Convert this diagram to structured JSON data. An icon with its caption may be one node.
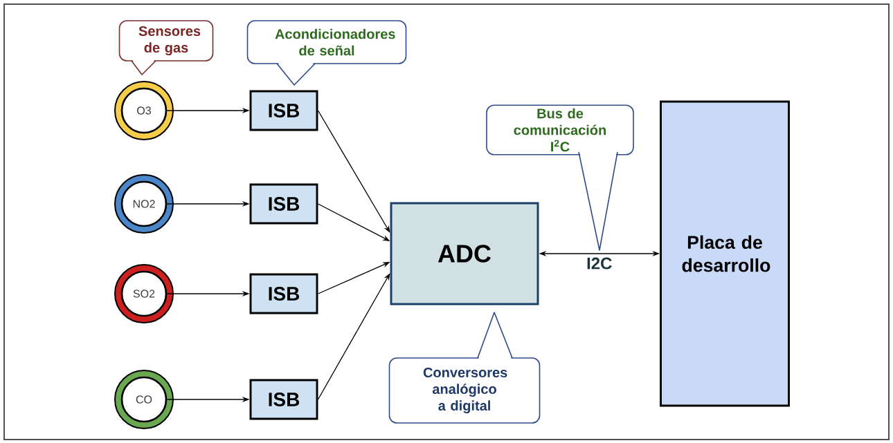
{
  "diagram": {
    "nodes": [
      {
        "text": [
          "Sensores de gas"
        ]
      },
      {
        "text": [
          "Acondicionadores de señal"
        ]
      },
      {
        "text": [
          "O3"
        ]
      },
      {
        "text": [
          "ISB"
        ]
      },
      {
        "text": [
          "Bus de comunicación I$^{2}$C"
        ]
      },
      {
        "text": [
          "Placa de desarrollo"
        ]
      },
      {
        "text": [
          "NO2"
        ]
      },
      {
        "text": [
          "ISB"
        ]
      },
      {
        "text": [
          "ADC"
        ]
      },
      {
        "text": [
          "SO2"
        ]
      },
      {
        "text": [
          "ISB"
        ]
      },
      {
        "text": [
          "CO"
        ]
      },
      {
        "text": [
          "ISB"
        ]
      },
      {
        "text": [
          "Conversores analógico a digital"
        ]
      }
    ],
    "edges": [
      {
        "from": 2,
        "to": 3,
        "arrow": "to"
      },
      {
        "from": 6,
        "to": 7,
        "arrow": "to"
      },
      {
        "from": 9,
        "to": 10,
        "arrow": "to"
      },
      {
        "from": 11,
        "to": 12,
        "arrow": "to"
      },
      {
        "from": 3,
        "to": 8,
        "arrow": "to"
      },
      {
        "from": 7,
        "to": 8,
        "arrow": "to"
      },
      {
        "from": 10,
        "to": 8,
        "arrow": "to"
      },
      {
        "from": 12,
        "to": 8,
        "arrow": "to"
      },
      {
        "from": 8,
        "to": 5,
        "arrow": "both",
        "label": "I2C"
      }
    ]
  }
}
